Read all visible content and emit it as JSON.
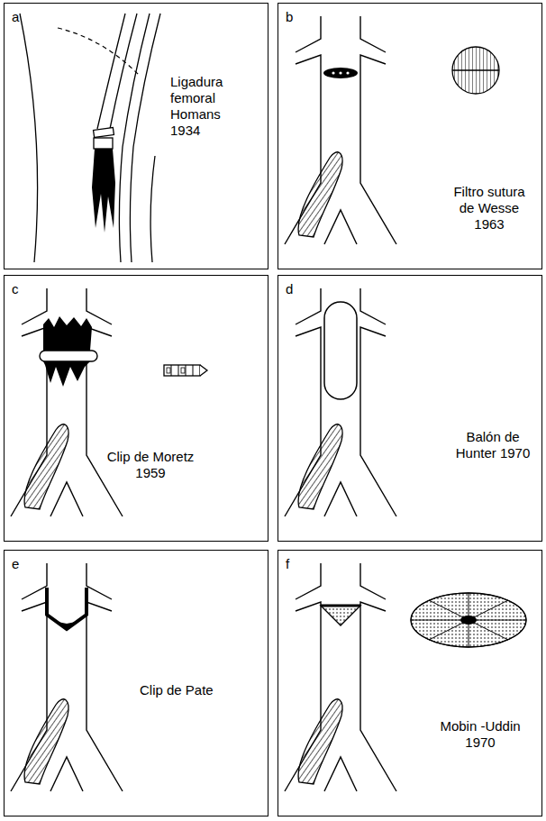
{
  "diagram": {
    "nodes": [
      {
        "text": [
          "a",
          "Ligadura femoral Homans 1934"
        ]
      },
      {
        "text": [
          "b",
          "Filtro sutura de Wesse 1963"
        ]
      },
      {
        "text": [
          "c",
          "Clip de Moretz 1959"
        ]
      },
      {
        "text": [
          "d",
          "Balón de Hunter 1970"
        ]
      },
      {
        "text": [
          "e",
          "Clip de Pate"
        ]
      },
      {
        "text": [
          "f",
          "Mobin -Uddin 1970"
        ]
      }
    ]
  }
}
